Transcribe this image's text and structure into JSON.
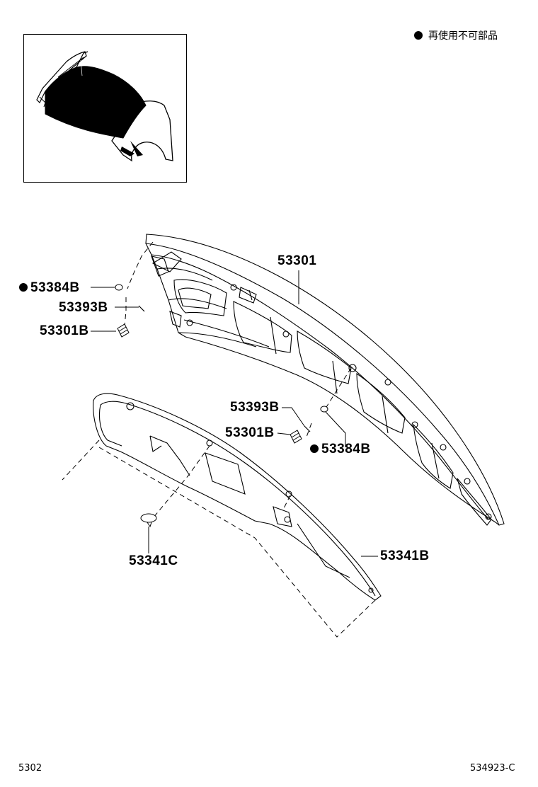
{
  "legend": {
    "text": "再使用不可部品"
  },
  "labels": {
    "p53301": "53301",
    "p53384B_left": "53384B",
    "p53393B_left": "53393B",
    "p53301B_left": "53301B",
    "p53393B_right": "53393B",
    "p53301B_right": "53301B",
    "p53384B_right": "53384B",
    "p53341C": "53341C",
    "p53341B": "53341B"
  },
  "footer": {
    "left": "5302",
    "right": "534923-C"
  }
}
